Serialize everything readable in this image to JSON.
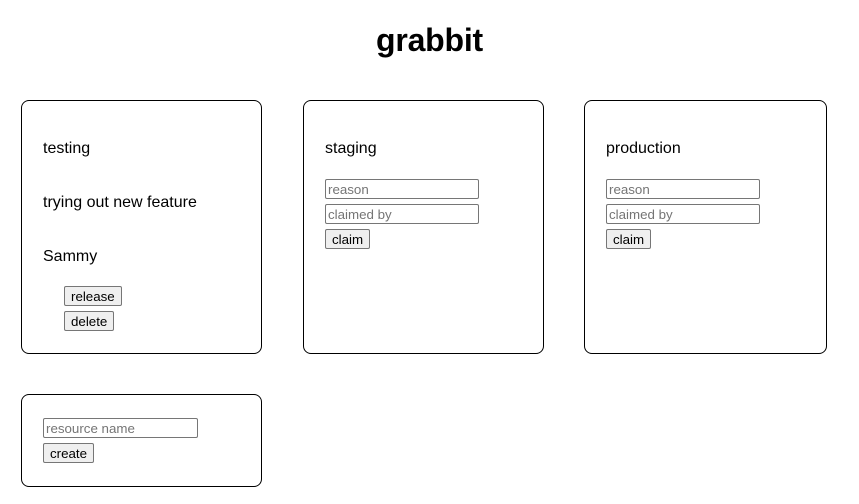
{
  "app": {
    "title": "grabbit"
  },
  "resources": [
    {
      "id": "testing",
      "name": "testing",
      "claimed": true,
      "reason": "trying out new feature",
      "claimed_by": "Sammy",
      "actions": [
        {
          "name": "release",
          "label": "release"
        },
        {
          "name": "delete",
          "label": "delete"
        }
      ]
    },
    {
      "id": "staging",
      "name": "staging",
      "claimed": false,
      "form": {
        "reason_placeholder": "reason",
        "claimed_by_placeholder": "claimed by",
        "reason_value": "",
        "claimed_by_value": "",
        "submit_label": "claim"
      }
    },
    {
      "id": "production",
      "name": "production",
      "claimed": false,
      "form": {
        "reason_placeholder": "reason",
        "claimed_by_placeholder": "claimed by",
        "reason_value": "",
        "claimed_by_value": "",
        "submit_label": "claim"
      }
    }
  ],
  "create_card": {
    "name_placeholder": "resource name",
    "name_value": "",
    "submit_label": "create"
  },
  "colors": {
    "page_background": "#ffffff",
    "card_border": "#000000",
    "text": "#000000",
    "placeholder": "#757575",
    "control_border": "#767676",
    "button_background": "#efefef"
  }
}
